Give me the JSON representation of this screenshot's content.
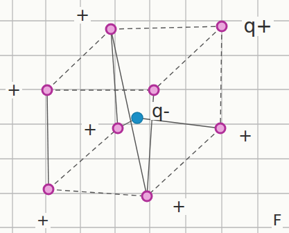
{
  "diagram": {
    "labels": [
      "+",
      "q+",
      "+",
      "q-",
      "+",
      "+",
      "+",
      "+",
      "F"
    ]
  }
}
